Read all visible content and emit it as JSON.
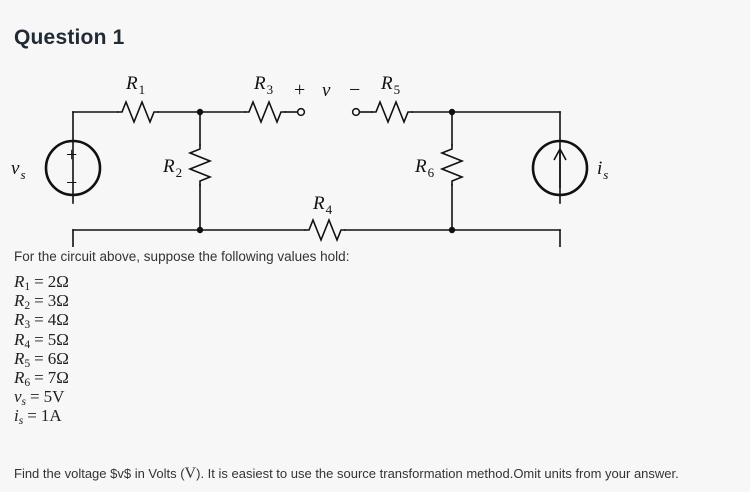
{
  "page": {
    "background_color": "#f7f7f7",
    "text_color": "#333333"
  },
  "header": {
    "title": "Question 1"
  },
  "circuit": {
    "caption_above": "For the circuit above, suppose the following values hold:",
    "labels": {
      "vs": "v",
      "vs_sub": "s",
      "is": "i",
      "is_sub": "s",
      "r1": "R",
      "r1_sub": "1",
      "r2": "R",
      "r2_sub": "2",
      "r3": "R",
      "r3_sub": "3",
      "r4": "R",
      "r4_sub": "4",
      "r5": "R",
      "r5_sub": "5",
      "r6": "R",
      "r6_sub": "6",
      "v_label": "v",
      "plus_sign": "+",
      "minus_sign": "−",
      "source_plus": "+",
      "source_minus": "−"
    },
    "stroke_color": "#111111"
  },
  "values": [
    {
      "symbol": "R",
      "subscript": "1",
      "sub_italic": false,
      "equals": "=",
      "value": "2Ω"
    },
    {
      "symbol": "R",
      "subscript": "2",
      "sub_italic": false,
      "equals": "=",
      "value": "3Ω"
    },
    {
      "symbol": "R",
      "subscript": "3",
      "sub_italic": false,
      "equals": "=",
      "value": "4Ω"
    },
    {
      "symbol": "R",
      "subscript": "4",
      "sub_italic": false,
      "equals": "=",
      "value": "5Ω"
    },
    {
      "symbol": "R",
      "subscript": "5",
      "sub_italic": false,
      "equals": "=",
      "value": "6Ω"
    },
    {
      "symbol": "R",
      "subscript": "6",
      "sub_italic": false,
      "equals": "=",
      "value": "7Ω"
    },
    {
      "symbol": "v",
      "subscript": "s",
      "sub_italic": true,
      "equals": "=",
      "value": "5V"
    },
    {
      "symbol": "i",
      "subscript": "s",
      "sub_italic": true,
      "equals": "=",
      "value": "1A"
    }
  ],
  "question": {
    "part1": "Find the voltage $v$ in Volts (",
    "unit": "V",
    "part2": "). It is easiest to use the source transformation method.Omit units from your answer."
  }
}
